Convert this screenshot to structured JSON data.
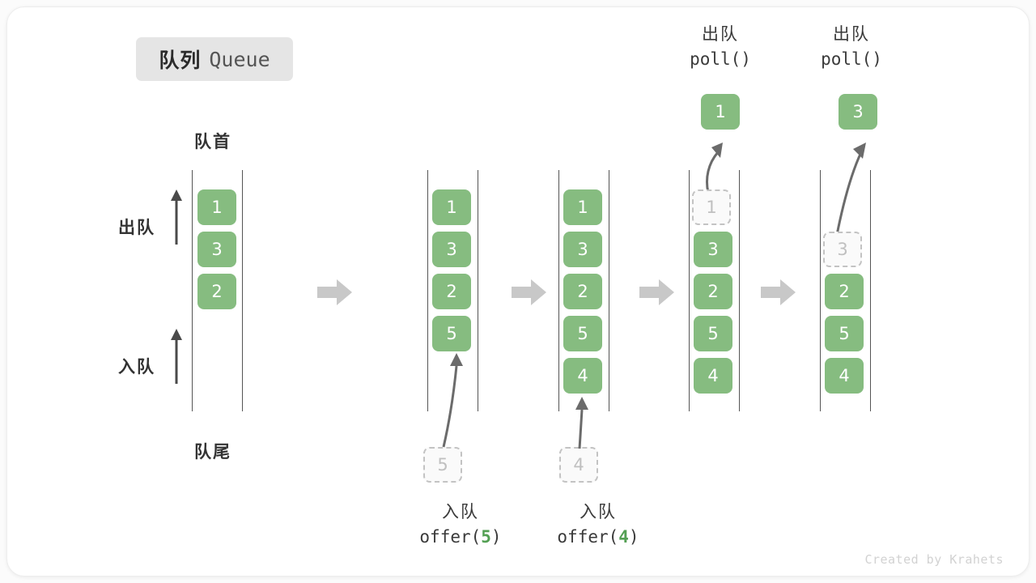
{
  "title": {
    "cn": "队列",
    "en": "Queue"
  },
  "axis_labels": {
    "head": "队首",
    "tail": "队尾",
    "dequeue": "出队",
    "enqueue": "入队"
  },
  "watermark": "Created by Krahets",
  "colors": {
    "element_green": "#86bc80",
    "ghost_border": "#c3c3c3",
    "ghost_text": "#c0c0c0",
    "flow_arrow": "#c8c8c8",
    "rail": "#555555",
    "text_dark": "#333333",
    "badge_bg": "#e5e5e5",
    "code_arg_green": "#54a054"
  },
  "panels": [
    {
      "name": "initial",
      "cells": [
        "1",
        "3",
        "2"
      ],
      "ghost": null,
      "operation": null,
      "popped": null
    },
    {
      "name": "offer-5",
      "cells": [
        "1",
        "3",
        "2",
        "5"
      ],
      "ghost": {
        "value": "5",
        "position": "below"
      },
      "operation": {
        "cn": "入队",
        "fn": "offer(",
        "arg": "5",
        "close": ")"
      },
      "popped": null
    },
    {
      "name": "offer-4",
      "cells": [
        "1",
        "3",
        "2",
        "5",
        "4"
      ],
      "ghost": {
        "value": "4",
        "position": "below"
      },
      "operation": {
        "cn": "入队",
        "fn": "offer(",
        "arg": "4",
        "close": ")"
      },
      "popped": null
    },
    {
      "name": "poll-1",
      "cells": [
        "3",
        "2",
        "5",
        "4"
      ],
      "ghost": {
        "value": "1",
        "position": "slot0"
      },
      "operation": {
        "cn": "出队",
        "fn": "poll(",
        "arg": "",
        "close": ")"
      },
      "popped": "1"
    },
    {
      "name": "poll-3",
      "cells": [
        "2",
        "5",
        "4"
      ],
      "ghost": {
        "value": "3",
        "position": "slot1"
      },
      "operation": {
        "cn": "出队",
        "fn": "poll(",
        "arg": "",
        "close": ")"
      },
      "popped": "3"
    }
  ]
}
